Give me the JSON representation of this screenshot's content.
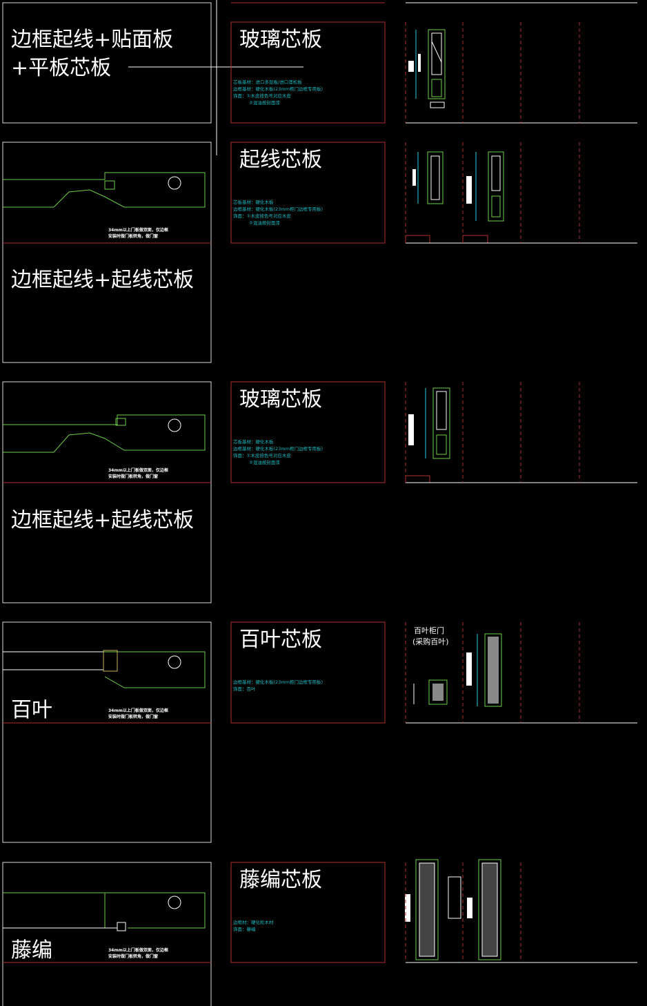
{
  "rows": [
    {
      "left_label": [
        "边框起线+贴面板",
        "+平板芯板"
      ],
      "mid_title": "玻璃芯板",
      "specs": [
        "芯板基材：进口多层板/进口澳松板",
        "边框基材：硬化木板(23mm柜门边框专用板)",
        "饰面：①木皮按色号对应木皮",
        "②混油按封面漆"
      ]
    },
    {
      "left_label": [
        "边框起线+起线芯板"
      ],
      "note": [
        "34mm以上门板做双面，仅边框",
        "安装时做门板转角，做门窗"
      ],
      "mid_title": "起线芯板",
      "specs": [
        "芯板基材：硬化木板",
        "边框基材：硬化木板(23mm柜门边框专用板)",
        "饰面：①木皮按色号对应木皮",
        "②混油按封面漆"
      ]
    },
    {
      "left_label": [
        "边框起线+起线芯板"
      ],
      "note": [
        "34mm以上门板做双面，仅边框",
        "安装时做门板转角，做门窗"
      ],
      "mid_title": "玻璃芯板",
      "specs": [
        "芯板基材：硬化木板",
        "边框基材：硬化木板(23mm柜门边框专用板)",
        "饰面：①木皮按色号对应木皮",
        "②混油按封面漆"
      ]
    },
    {
      "left_label": [
        "百叶"
      ],
      "note": [
        "34mm以上门板做双面，仅边框",
        "安装时做门板转角，做门窗"
      ],
      "mid_title": "百叶芯板",
      "specs": [
        "边框基材：硬化木板(23mm柜门边框专用板)",
        "饰面：百叶"
      ],
      "right_label": [
        "百叶柜门",
        "(采购百叶)"
      ]
    },
    {
      "left_label": [
        "藤编"
      ],
      "note": [
        "34mm以上门板做双面，仅边框",
        "安装时做门板转角，做门窗"
      ],
      "mid_title": "藤编芯板",
      "specs": [
        "边框材：硬化松木材",
        "饰面：藤编"
      ]
    }
  ]
}
